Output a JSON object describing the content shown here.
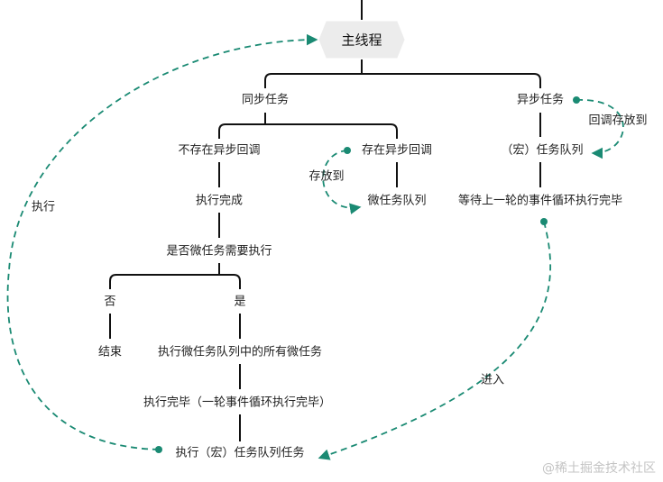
{
  "nodes": {
    "main_thread": "主线程",
    "sync_task": "同步任务",
    "async_task": "异步任务",
    "no_async_callback": "不存在异步回调",
    "has_async_callback": "存在异步回调",
    "macro_task_queue": "（宏）任务队列",
    "exec_done": "执行完成",
    "micro_task_queue": "微任务队列",
    "wait_event_loop": "等待上一轮的事件循环执行完毕",
    "need_micro": "是否微任务需要执行",
    "no": "否",
    "yes": "是",
    "end": "结束",
    "exec_all_micro": "执行微任务队列中的所有微任务",
    "exec_finish_loop": "执行完毕（一轮事件循环执行完毕）",
    "exec_macro": "执行（宏）任务队列任务"
  },
  "edge_labels": {
    "store_to_macro": "回调存放到",
    "store_to_micro": "存放到",
    "execute": "执行",
    "enter": "进入"
  },
  "colors": {
    "accent": "#1a8a73",
    "line": "#111111",
    "root_fill": "#ececec",
    "watermark": "#c4c4c4"
  },
  "watermark": "@稀土掘金技术社区"
}
